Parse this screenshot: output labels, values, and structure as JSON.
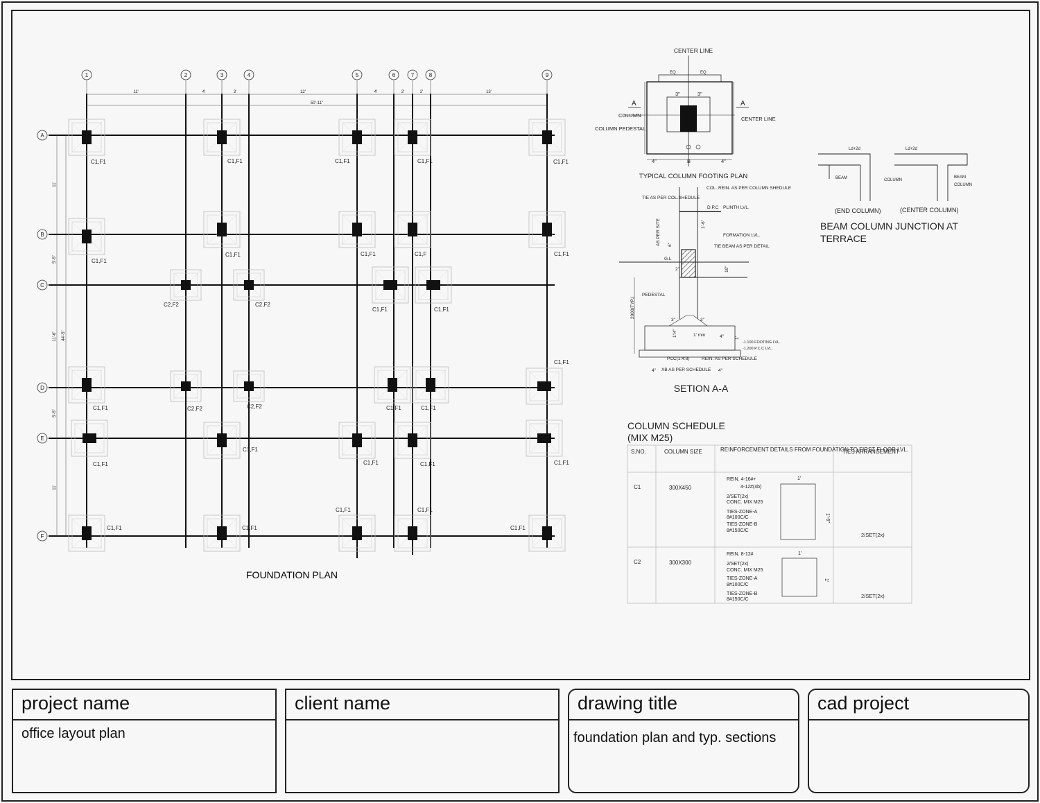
{
  "foundation_plan": {
    "title": "FOUNDATION PLAN",
    "grid_columns": [
      "1",
      "2",
      "3",
      "4",
      "5",
      "6",
      "7",
      "8",
      "9"
    ],
    "grid_rows": [
      "A",
      "B",
      "C",
      "D",
      "E",
      "F"
    ],
    "top_dims": [
      "11'",
      "4'",
      "3'",
      "12'",
      "4'",
      "2'",
      "2'",
      "13'"
    ],
    "overall_dim": "50'-11\"",
    "left_dims": [
      "11'",
      "5'-5\"",
      "11'-6\"",
      "5'-5\"",
      "11'"
    ],
    "left_overall_dim": "44'-5\"",
    "labels": [
      "C1,F1",
      "C1,F1",
      "C1,F1",
      "C1,F1",
      "C1,F1",
      "C1,F1",
      "C1,F1",
      "C1,F1",
      "C1,F",
      "C1,F1",
      "C2,F2",
      "C2,F2",
      "C1,F1",
      "C1,F1",
      "C1,F1",
      "C2,F2",
      "C2,F2",
      "C1,F1",
      "C1,F1",
      "C1,F1",
      "C1,F1",
      "C1,F1",
      "C1,F1",
      "C1,F1",
      "C1,F1",
      "C1,F1",
      "C1,F1",
      "C1,F1",
      "C1,F1",
      "C1,F1",
      "C1,F1"
    ]
  },
  "footing_plan": {
    "title": "TYPICAL COLUMN FOOTING PLAN",
    "center_line": "CENTER LINE",
    "center_line_side": "CENTER LINE",
    "column": "COLUMN",
    "column_pedestal": "COLUMN PEDESTAL",
    "section_mark": "A",
    "eq": "EQ",
    "b": "B",
    "dim_4": "4\"",
    "dim_3": "3\""
  },
  "section": {
    "title": "SETION A-A",
    "col_rein": "COL. REIN. AS PER COLUMN SHEDULE",
    "tie": "TIE  AS PER COL.SHEDULE",
    "dpc": "D.P.C",
    "plinth": "PLINTH LVL.",
    "formation": "FORMATION LVL.",
    "as_per_site": "AS PER SITE",
    "tie_beam": "TIE BEAM AS PER DETAIL",
    "gl": "G.L",
    "pedestal": "PEDESTAL",
    "typ": "2000(TYP.)",
    "footing_lvl": "-1.100 FOOTING LVL.",
    "pcc_lvl": "-1.200 P.C.C LVL.",
    "pcc": "PCC(1:4:8)",
    "rein_schedule": "REIN. AS PER SCHEDULE",
    "xb": "XB AS PER SCHEDULE",
    "min": "1' min",
    "dims": [
      "1'-6\"",
      "6\"",
      "2\"",
      "10\"",
      "3\"",
      "1'/4\"",
      "4\"",
      "1'"
    ]
  },
  "beam_junction": {
    "title_line1": "BEAM COLUMN JUNCTION AT",
    "title_line2": "TERRACE",
    "end_label": "(END COLUMN)",
    "center_label": "(CENTER COLUMN)",
    "ld": "Ld+2d",
    "beam": "BEAM",
    "column": "COLUMN"
  },
  "column_schedule": {
    "title_line1": "COLUMN SCHEDULE",
    "title_line2": "(MIX M25)",
    "headers": [
      "S.NO.",
      "COLUMN SIZE",
      "REINFORCEMENT DETAILS FROM FOUNDATION TO FIRST FLOOR LVL.",
      "TIES ARRANGEMENT"
    ],
    "rows": [
      {
        "sno": "C1",
        "size": "300X450",
        "rein": [
          "REIN. 4-16#+",
          "4-12#(4b)",
          "2/SET(2x)",
          "CONC. MIX M25",
          "TIES-ZONE-A",
          "8#100C/C",
          "TIES-ZONE-B",
          "8#150C/C"
        ],
        "dim_w": "1'",
        "dim_h": "1'-6\"",
        "ties": "2/SET(2x)"
      },
      {
        "sno": "C2",
        "size": "300X300",
        "rein": [
          "REIN. 8-12#",
          "2/SET(2x)",
          "CONC. MIX M25",
          "TIES-ZONE-A",
          "8#100C/C",
          "TIES-ZONE-B",
          "8#150C/C"
        ],
        "dim_w": "1'",
        "dim_h": "1'",
        "ties": "2/SET(2x)"
      }
    ]
  },
  "title_block": {
    "project_name": {
      "label": "project name",
      "value": "office layout plan"
    },
    "client_name": {
      "label": "client name",
      "value": ""
    },
    "drawing_title": {
      "label": "drawing title",
      "value": "foundation plan and typ. sections"
    },
    "cad_project": {
      "label": "cad project",
      "value": ""
    }
  }
}
